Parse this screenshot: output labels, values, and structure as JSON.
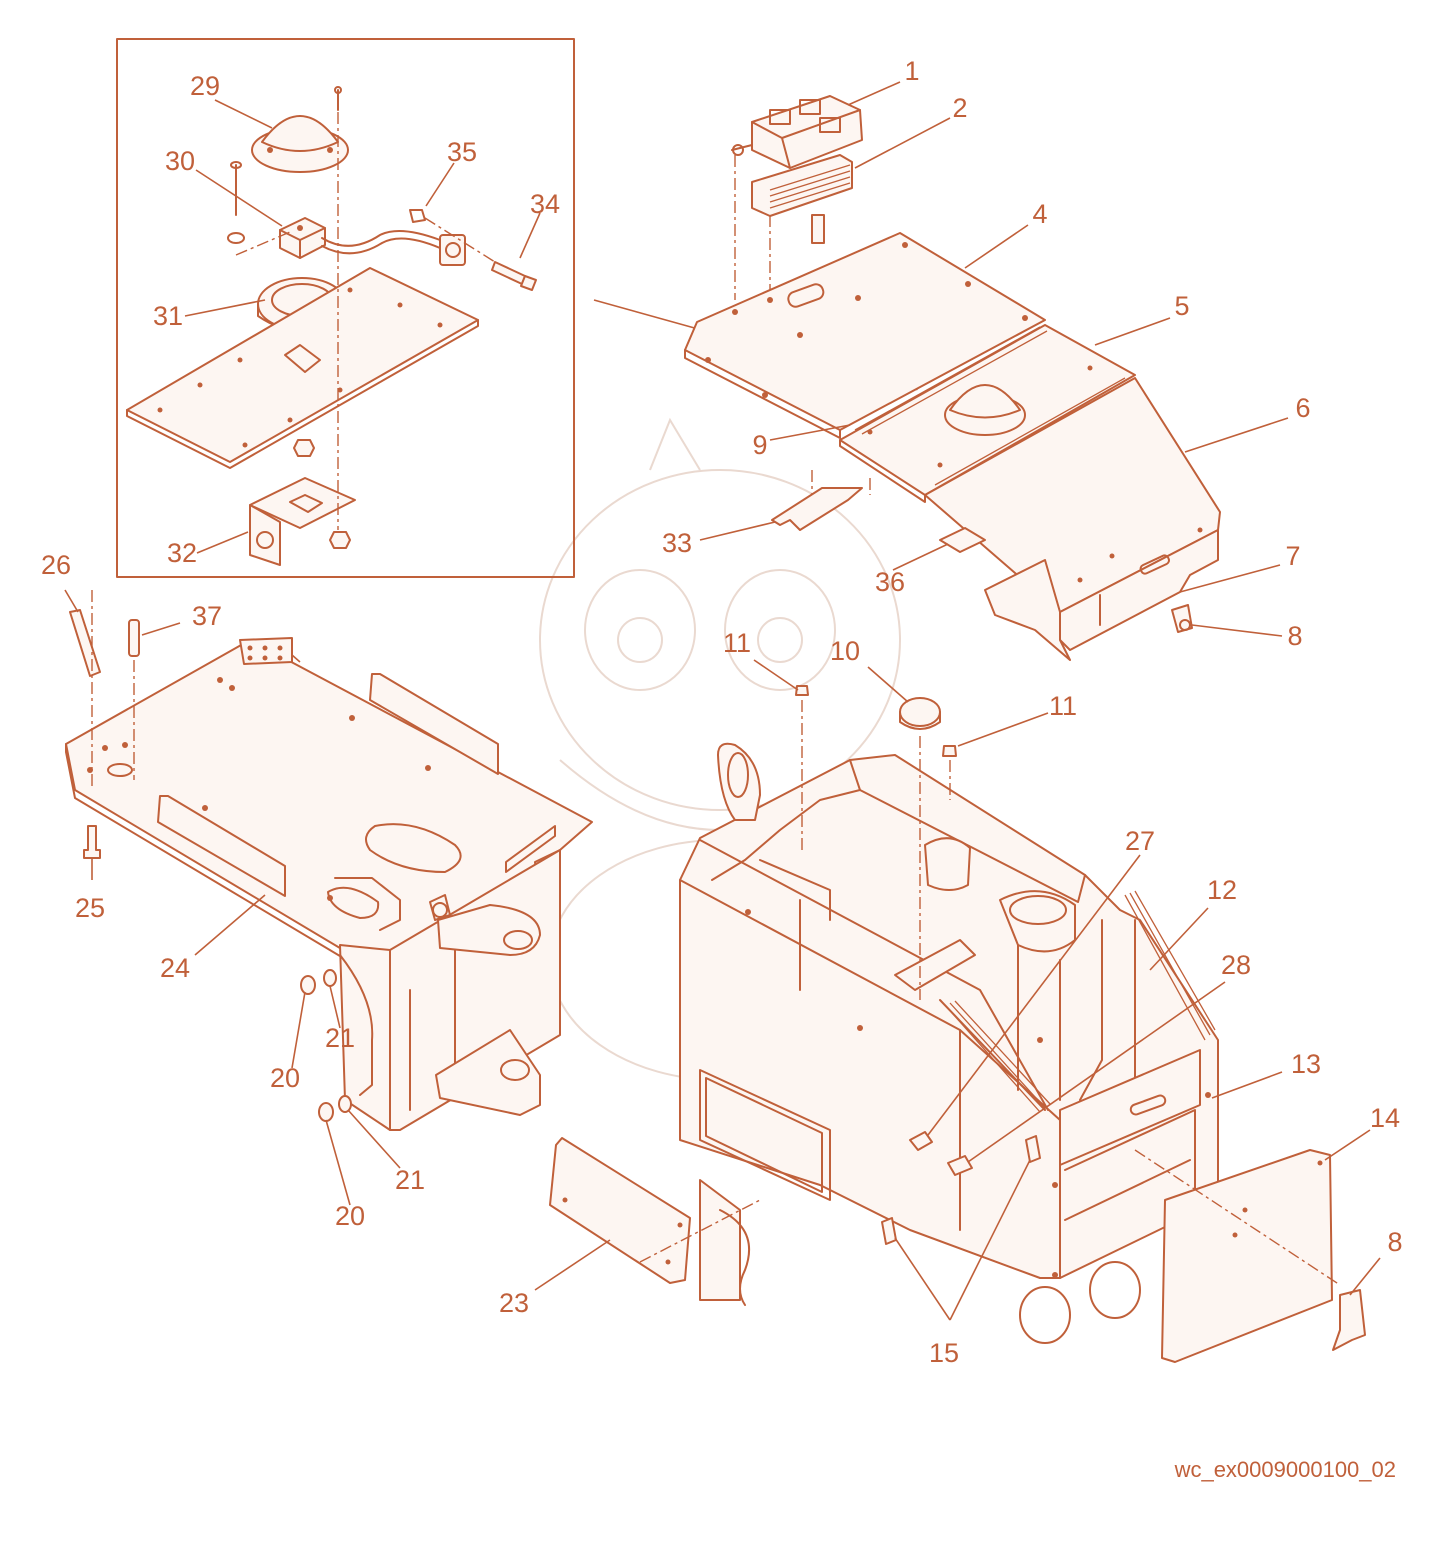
{
  "figure_id": "wc_ex0009000100_02",
  "colors": {
    "line": "#c0603a",
    "background": "#ffffff",
    "watermark": "#ead9d0"
  },
  "callouts": [
    {
      "id": "c1",
      "label": "1"
    },
    {
      "id": "c2",
      "label": "2"
    },
    {
      "id": "c4",
      "label": "4"
    },
    {
      "id": "c5",
      "label": "5"
    },
    {
      "id": "c6",
      "label": "6"
    },
    {
      "id": "c7",
      "label": "7"
    },
    {
      "id": "c8a",
      "label": "8"
    },
    {
      "id": "c8b",
      "label": "8"
    },
    {
      "id": "c9",
      "label": "9"
    },
    {
      "id": "c10",
      "label": "10"
    },
    {
      "id": "c11a",
      "label": "11"
    },
    {
      "id": "c11b",
      "label": "11"
    },
    {
      "id": "c12",
      "label": "12"
    },
    {
      "id": "c13",
      "label": "13"
    },
    {
      "id": "c14",
      "label": "14"
    },
    {
      "id": "c15",
      "label": "15"
    },
    {
      "id": "c20a",
      "label": "20"
    },
    {
      "id": "c20b",
      "label": "20"
    },
    {
      "id": "c21a",
      "label": "21"
    },
    {
      "id": "c21b",
      "label": "21"
    },
    {
      "id": "c23",
      "label": "23"
    },
    {
      "id": "c24",
      "label": "24"
    },
    {
      "id": "c25",
      "label": "25"
    },
    {
      "id": "c26",
      "label": "26"
    },
    {
      "id": "c27",
      "label": "27"
    },
    {
      "id": "c28",
      "label": "28"
    },
    {
      "id": "c29",
      "label": "29"
    },
    {
      "id": "c30",
      "label": "30"
    },
    {
      "id": "c31",
      "label": "31"
    },
    {
      "id": "c32",
      "label": "32"
    },
    {
      "id": "c33",
      "label": "33"
    },
    {
      "id": "c34",
      "label": "34"
    },
    {
      "id": "c35",
      "label": "35"
    },
    {
      "id": "c36",
      "label": "36"
    },
    {
      "id": "c37",
      "label": "37"
    }
  ]
}
